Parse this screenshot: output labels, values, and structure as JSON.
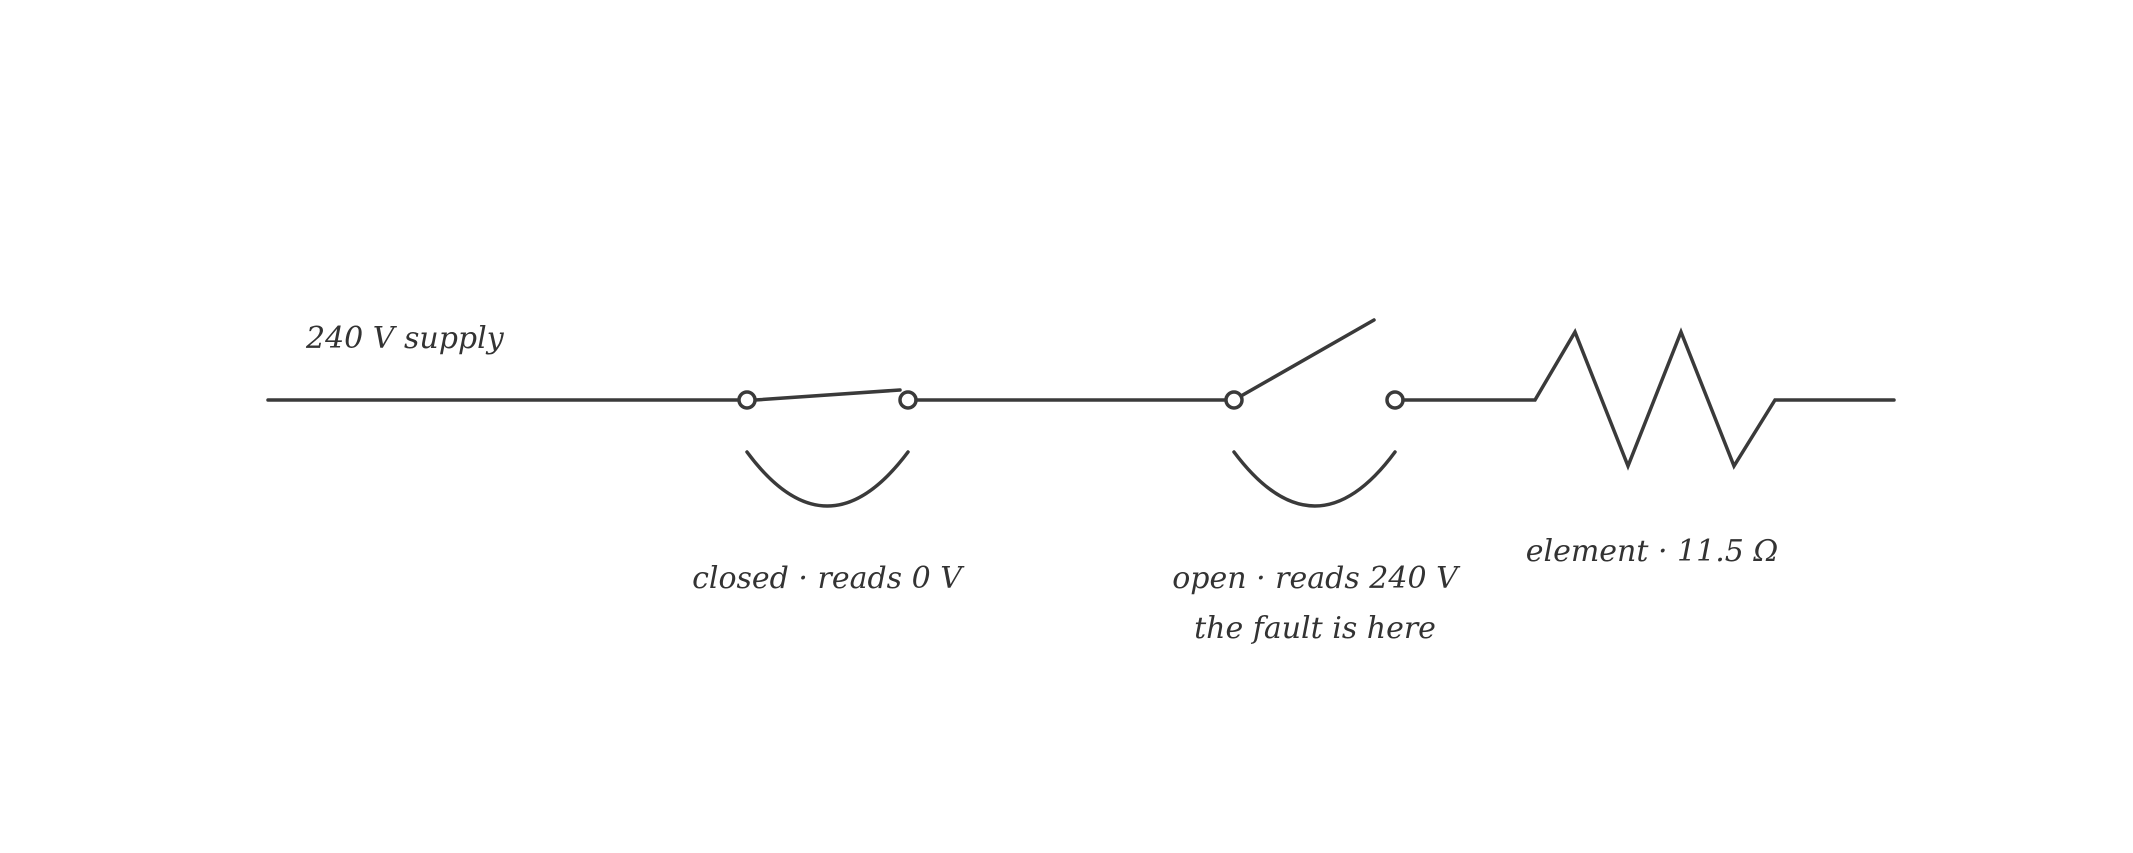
{
  "diagram": {
    "supply_label": "240 V supply",
    "switch_closed_label": "closed · reads 0 V",
    "switch_open_label": "open · reads 240 V",
    "fault_label": "the fault is here",
    "element_label": "element · 11.5 Ω"
  },
  "colors": {
    "stroke": "#3a3a3a",
    "text": "#333333",
    "background": "#ffffff"
  }
}
